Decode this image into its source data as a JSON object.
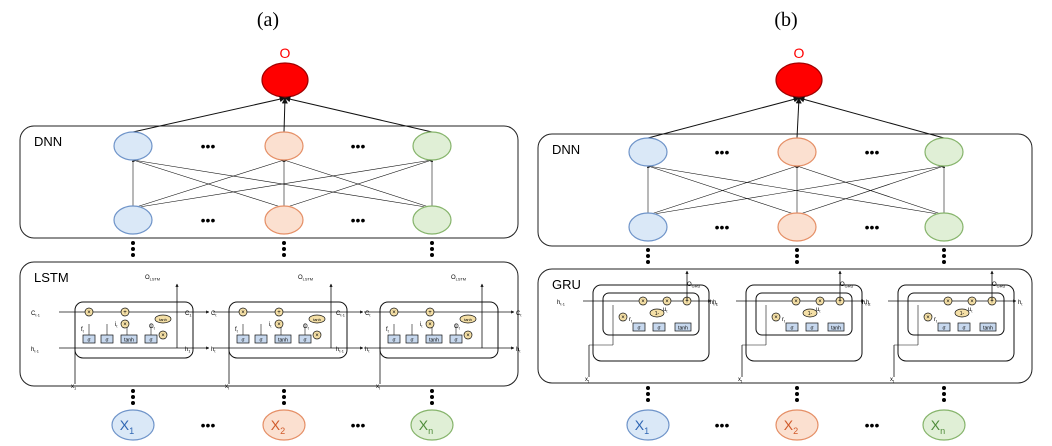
{
  "colors": {
    "output": "#ff0000",
    "output_stroke": "#a00000",
    "blue_fill": "#dae8f7",
    "blue_stroke": "#6f94c9",
    "orange_fill": "#fbe0d0",
    "orange_stroke": "#e58f66",
    "green_fill": "#e0efd6",
    "green_stroke": "#86b46b",
    "box_stroke": "#222222",
    "gate_fill": "#f4dfa6",
    "cell_fill": "#c7d8ee",
    "x_blue": "#2f66b3",
    "x_orange": "#d05a2a",
    "x_green": "#4f8c3a"
  },
  "panels": [
    {
      "id": "a",
      "panel_label": "(a)",
      "output_label": "O",
      "dnn_label": "DNN",
      "rnn_label": "LSTM",
      "rnn_out_label": "O",
      "rnn_out_sub": "LSTM",
      "cells": [
        {
          "c_in": "C",
          "c_in_sub": "t-1",
          "c_out": "C",
          "c_out_sub": "t",
          "h_in": "h",
          "h_in_sub": "t-1",
          "h_out": "h",
          "h_out_sub": "t",
          "x": "x",
          "x_sub": "1",
          "gates": [
            "f",
            "i",
            "O"
          ],
          "gate_subs": [
            "t",
            "t",
            "t"
          ],
          "tanh": "tanh",
          "boxes": [
            "σ",
            "σ",
            "tanh",
            "σ"
          ]
        },
        {
          "c_in": "C",
          "c_in_sub": "1",
          "c_out": "C",
          "c_out_sub": "t",
          "h_in": "h",
          "h_in_sub": "1",
          "h_out": "h",
          "h_out_sub": "t",
          "x": "x",
          "x_sub": "t",
          "gates": [
            "f",
            "i",
            "O"
          ],
          "gate_subs": [
            "t",
            "t",
            "t"
          ],
          "tanh": "tanh",
          "boxes": [
            "σ",
            "σ",
            "tanh",
            "σ"
          ]
        },
        {
          "c_in": "C",
          "c_in_sub": "t-1",
          "c_out": "C",
          "c_out_sub": "t",
          "h_in": "h",
          "h_in_sub": "t-1",
          "h_out": "h",
          "h_out_sub": "t",
          "x": "x",
          "x_sub": "t",
          "gates": [
            "f",
            "i",
            "O"
          ],
          "gate_subs": [
            "t",
            "t",
            "t"
          ],
          "tanh": "tanh",
          "boxes": [
            "σ",
            "σ",
            "tanh",
            "σ"
          ]
        }
      ],
      "inputs": [
        {
          "main": "X",
          "sub": "1",
          "color": "blue"
        },
        {
          "main": "X",
          "sub": "2",
          "color": "orange"
        },
        {
          "main": "X",
          "sub": "n",
          "color": "green"
        }
      ]
    },
    {
      "id": "b",
      "panel_label": "(b)",
      "output_label": "O",
      "dnn_label": "DNN",
      "rnn_label": "GRU",
      "rnn_out_label": "O",
      "rnn_out_sub": "GRU",
      "cells": [
        {
          "h_in": "h",
          "h_in_sub": "t-1",
          "h_out": "h",
          "h_out_sub": "t",
          "x": "x",
          "x_sub": "t",
          "gates": [
            "r",
            "u"
          ],
          "gate_subs": [
            "t",
            "t"
          ],
          "boxes": [
            "σ",
            "σ",
            "tanh"
          ]
        },
        {
          "h_in": "h",
          "h_in_sub": "t-1",
          "h_out": "h",
          "h_out_sub": "t",
          "x": "x",
          "x_sub": "t",
          "gates": [
            "r",
            "u"
          ],
          "gate_subs": [
            "t",
            "t"
          ],
          "boxes": [
            "σ",
            "σ",
            "tanh"
          ]
        },
        {
          "h_in": "h",
          "h_in_sub": "t-1",
          "h_out": "h",
          "h_out_sub": "t",
          "x": "x",
          "x_sub": "t",
          "gates": [
            "r",
            "u"
          ],
          "gate_subs": [
            "t",
            "t"
          ],
          "boxes": [
            "σ",
            "σ",
            "tanh"
          ]
        }
      ],
      "inputs": [
        {
          "main": "X",
          "sub": "1",
          "color": "blue"
        },
        {
          "main": "X",
          "sub": "2",
          "color": "orange"
        },
        {
          "main": "X",
          "sub": "n",
          "color": "green"
        }
      ]
    }
  ],
  "ellipsis": "•••"
}
